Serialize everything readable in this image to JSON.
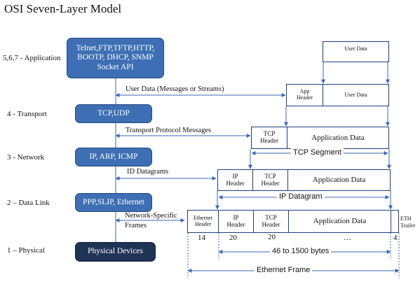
{
  "title": "OSI Seven-Layer Model",
  "layers": [
    {
      "label": "5,6,7 - Application",
      "protocols": "Telnet,FTP,TFTP,HTTP,\nBOOTP, DHCP, SNMP\nSocket API"
    },
    {
      "label": "4 - Transport",
      "protocols": "TCP,UDP"
    },
    {
      "label": "3 - Network",
      "protocols": "IP, ARP, ICMP"
    },
    {
      "label": "2 – Data Link",
      "protocols": "PPP,SLIP, Ethernet"
    },
    {
      "label": "1 – Physical",
      "protocols": "Physical Devices"
    }
  ],
  "messages": {
    "app": "User Data (Messages or Streams)",
    "transport": "Transport Protocol Messages",
    "network": "ID Datagrams",
    "datalink_line1": "Network-Specific",
    "datalink_line2": "Frames"
  },
  "packets": {
    "user_data_top": "User Data",
    "app_header": "App\nHeader",
    "user_data": "User Data",
    "tcp_header": "TCP\nHeader",
    "application_data": "Application Data",
    "tcp_segment": "TCP Segment",
    "ip_header": "IP\nHeader",
    "ip_datagram": "IP Datagram",
    "ethernet_header": "Ethernet\nHeader",
    "eth_trailer": "ETH\nTrailer",
    "ethernet_frame": "Ethernet Frame",
    "size_46_1500": "46 to 1500 bytes"
  },
  "byte_counts": {
    "ethernet_header": "14",
    "ip_header": "20",
    "tcp_header": "20",
    "ellipsis": "…",
    "trailer": "4"
  },
  "colors": {
    "protocol_box": "#3e6fb4",
    "physical_box": "#1f3357",
    "cell_border": "#1d3f78",
    "arrow": "#3a68b0"
  }
}
